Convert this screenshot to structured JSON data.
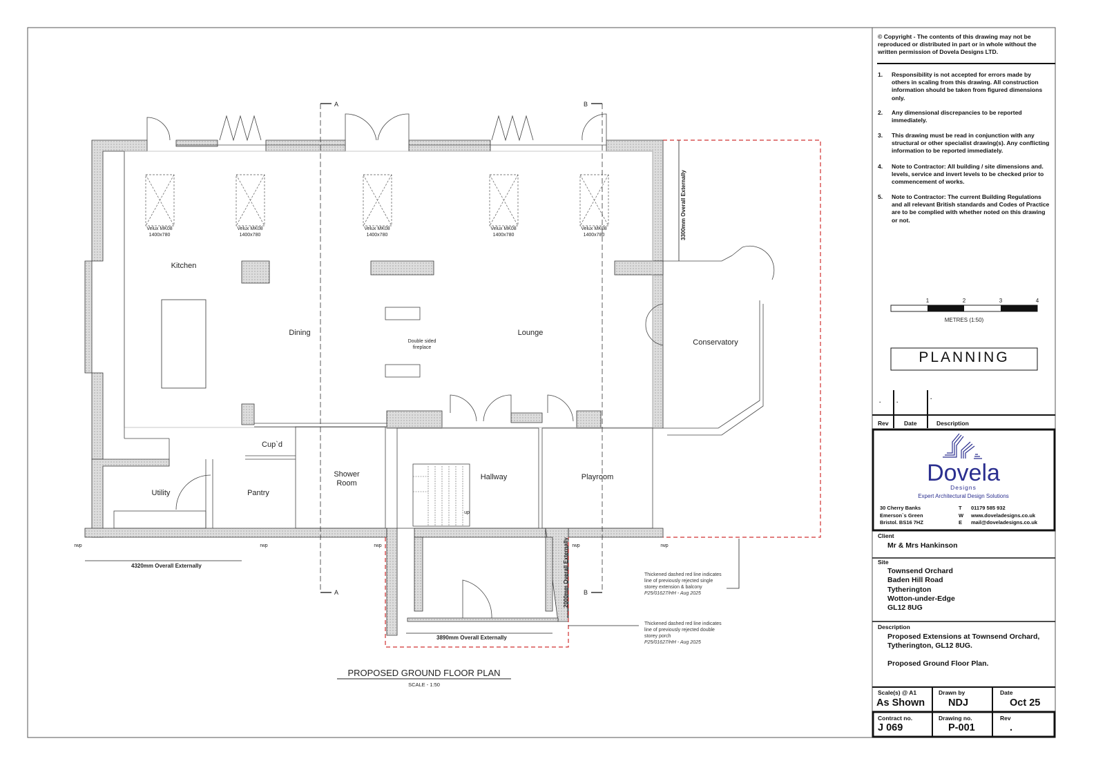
{
  "copyright": "© Copyright  - The contents of this drawing  may not be reproduced or distributed in part or in whole without the written permission of Dovela Designs LTD.",
  "notes": [
    {
      "num": "1.",
      "text": "Responsibility is not accepted for errors made by others in scaling from this drawing. All construction information should be taken from figured dimensions only."
    },
    {
      "num": "2.",
      "text": "Any dimensional discrepancies to be reported immediately."
    },
    {
      "num": "3.",
      "text": "This drawing must be read in conjunction with any structural or other specialist drawing(s). Any conflicting information to be reported immediately."
    },
    {
      "num": "4.",
      "text": "Note to Contractor: All building / site dimensions and. levels, service and invert levels to be checked prior to commencement of works."
    },
    {
      "num": "5.",
      "text": "Note to Contractor: The current Building Regulations and all relevant British standards and Codes of Practice are to be complied with whether noted on this drawing or not."
    }
  ],
  "scale_bar": {
    "ticks": [
      "1",
      "2",
      "3",
      "4"
    ],
    "label": "METRES (1:50)"
  },
  "status_stamp": "PLANNING",
  "revisions": {
    "row": {
      "rev": ".",
      "date": ".",
      "description": "."
    },
    "headers": {
      "rev": "Rev",
      "date": "Date",
      "description": "Description"
    }
  },
  "company": {
    "name": "Dovela",
    "sub": "Designs",
    "tagline": "Expert Architectural Design Solutions",
    "address": [
      "30 Cherry Banks",
      "Emerson`s Green",
      "Bristol. BS16 7HZ"
    ],
    "contact_keys": [
      "T",
      "W",
      "E"
    ],
    "contact_values": [
      "01179 585 932",
      "www.doveladesigns.co.uk",
      "mail@doveladesigns.co.uk"
    ],
    "brand_color": "#2b2f8f"
  },
  "client": {
    "label": "Client",
    "value": "Mr & Mrs Hankinson"
  },
  "site": {
    "label": "Site",
    "lines": [
      "Townsend Orchard",
      "Baden Hill Road",
      "Tytherington",
      "Wotton-under-Edge",
      "GL12 8UG"
    ]
  },
  "description": {
    "label": "Description",
    "lines": [
      "Proposed Extensions at Townsend Orchard,",
      "Tytherington, GL12 8UG."
    ],
    "line2": "Proposed Ground Floor Plan."
  },
  "info": {
    "scale_label": "Scale(s) @ A1",
    "scale": "As Shown",
    "drawn_label": "Drawn by",
    "drawn": "NDJ",
    "date_label": "Date",
    "date": "Oct 25",
    "contract_label": "Contract no.",
    "contract": "J 069",
    "drawing_label": "Drawing no.",
    "drawing": "P-001",
    "rev_label": "Rev",
    "rev": "."
  },
  "plan": {
    "title": "PROPOSED GROUND FLOOR PLAN",
    "scale": "SCALE - 1:50",
    "rooms": {
      "kitchen": "Kitchen",
      "dining": "Dining",
      "lounge": "Lounge",
      "conservatory": "Conservatory",
      "fireplace_1": "Double sided",
      "fireplace_2": "fireplace",
      "cupd": "Cup`d",
      "utility": "Utility",
      "pantry": "Pantry",
      "shower_1": "Shower",
      "shower_2": "Room",
      "hallway": "Hallway",
      "playroom": "Playroom",
      "up": "up"
    },
    "velux": {
      "name": "Velux MK08",
      "size": "1400x780"
    },
    "section_marks": {
      "a": "A",
      "b": "B"
    },
    "rwp": "rwp",
    "dimensions": {
      "right": "3300mm  Overall Externally",
      "left": "4320mm  Overall Externally",
      "porch_w": "3890mm  Overall Externally",
      "porch_d": "2000mm  Overall Externally"
    },
    "annotations": [
      {
        "lines": [
          "Thickened dashed red line indicates",
          "line of previously rejected single",
          "storey extension & balcony"
        ],
        "ref": "P25/01627/HH - Aug 2025"
      },
      {
        "lines": [
          "Thickened dashed red line indicates",
          "line of previously rejected double",
          "storey porch"
        ],
        "ref": "P25/01627/HH - Aug 2025"
      }
    ],
    "red_line_color": "#d03030"
  }
}
